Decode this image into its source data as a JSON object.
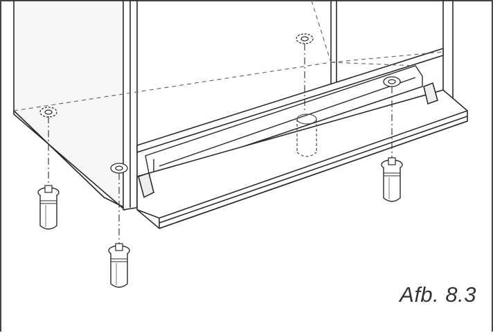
{
  "figure": {
    "caption": "Afb. 8.3",
    "line_color": "#2a2a2a",
    "hidden_line_color": "#6a6a6a",
    "fill_color": "#ffffff",
    "shade_color": "#e4e4e4",
    "parts": [
      "cabinet-body",
      "front-frame",
      "plinth",
      "adjustable-foot"
    ]
  }
}
